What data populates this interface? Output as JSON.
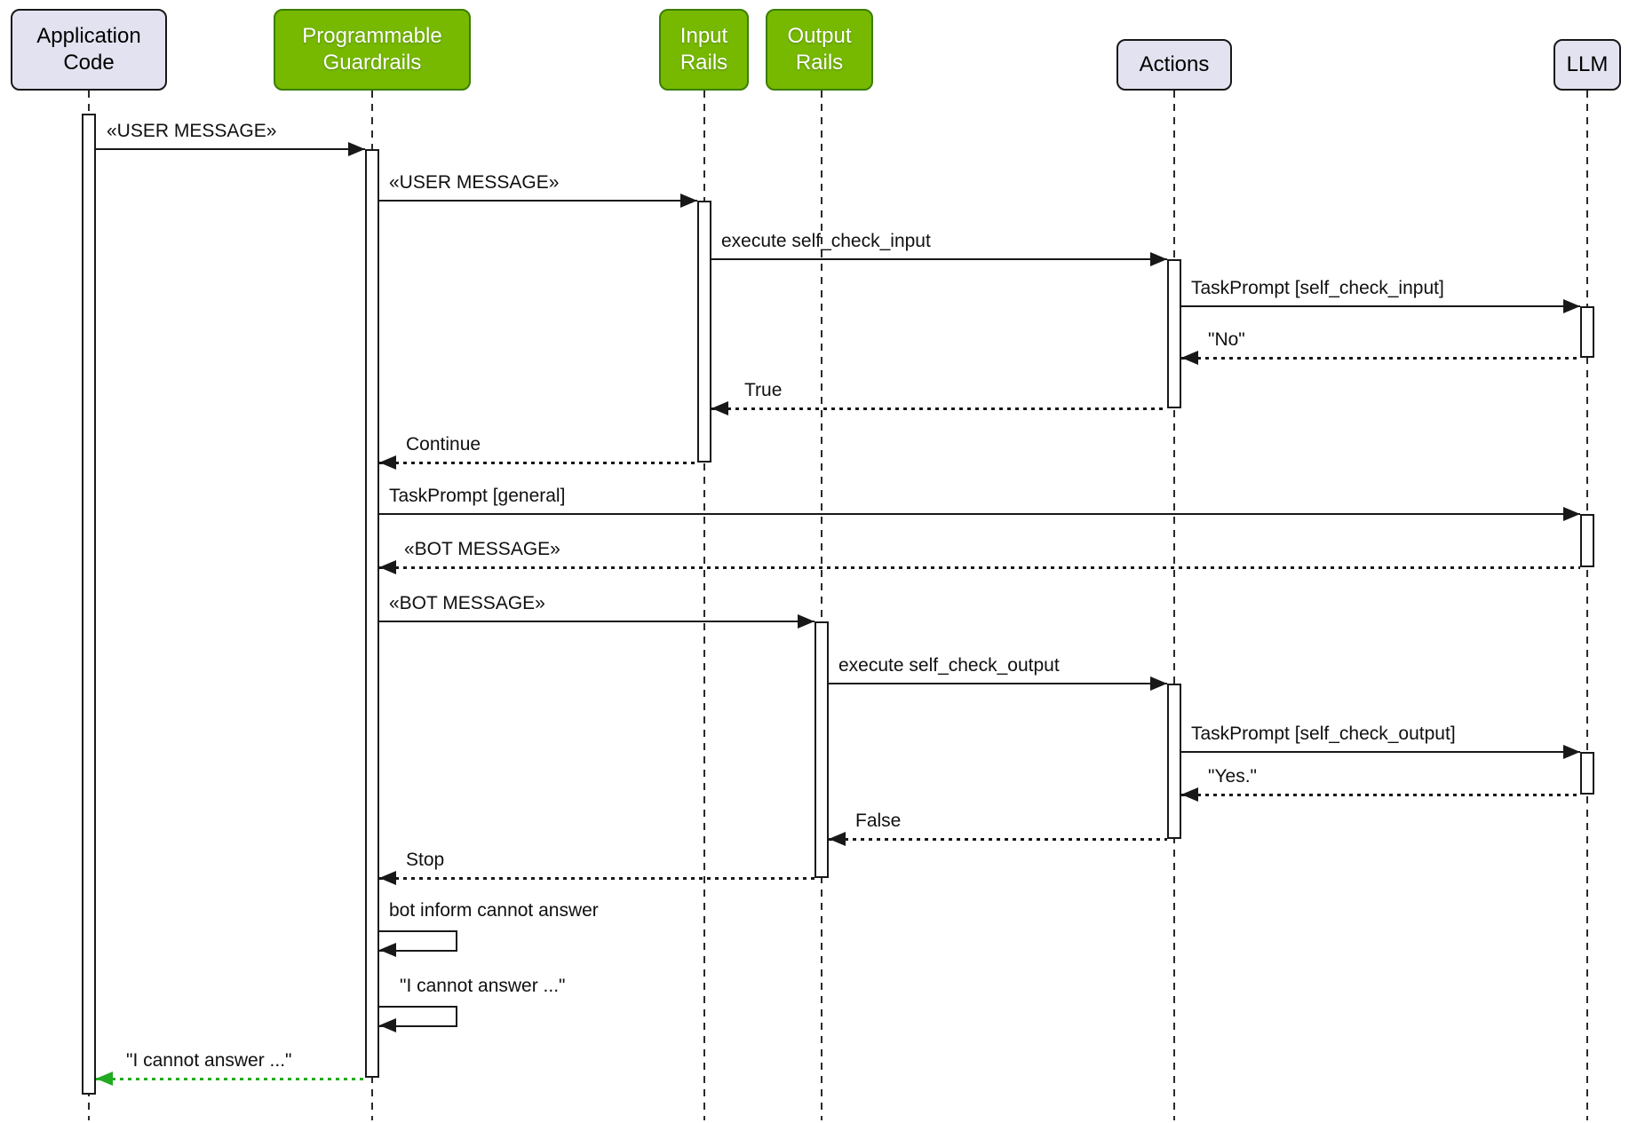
{
  "diagram_type": "uml-sequence-diagram",
  "participants": [
    {
      "id": "application-code",
      "label": "Application Code",
      "style": "light"
    },
    {
      "id": "programmable-guardrails",
      "label": "Programmable Guardrails",
      "style": "green"
    },
    {
      "id": "input-rails",
      "label": "Input Rails",
      "style": "green"
    },
    {
      "id": "output-rails",
      "label": "Output Rails",
      "style": "green"
    },
    {
      "id": "actions",
      "label": "Actions",
      "style": "light"
    },
    {
      "id": "llm",
      "label": "LLM",
      "style": "light"
    }
  ],
  "messages": [
    {
      "from": "application-code",
      "to": "programmable-guardrails",
      "label": "«USER MESSAGE»",
      "style": "solid"
    },
    {
      "from": "programmable-guardrails",
      "to": "input-rails",
      "label": "«USER MESSAGE»",
      "style": "solid"
    },
    {
      "from": "input-rails",
      "to": "actions",
      "label": "execute self_check_input",
      "style": "solid"
    },
    {
      "from": "actions",
      "to": "llm",
      "label": "TaskPrompt [self_check_input]",
      "style": "solid"
    },
    {
      "from": "llm",
      "to": "actions",
      "label": "\"No\"",
      "style": "dotted-return"
    },
    {
      "from": "actions",
      "to": "input-rails",
      "label": "True",
      "style": "dotted-return"
    },
    {
      "from": "input-rails",
      "to": "programmable-guardrails",
      "label": "Continue",
      "style": "dotted-return"
    },
    {
      "from": "programmable-guardrails",
      "to": "llm",
      "label": "TaskPrompt [general]",
      "style": "solid"
    },
    {
      "from": "llm",
      "to": "programmable-guardrails",
      "label": "«BOT MESSAGE»",
      "style": "dotted-return"
    },
    {
      "from": "programmable-guardrails",
      "to": "output-rails",
      "label": "«BOT MESSAGE»",
      "style": "solid"
    },
    {
      "from": "output-rails",
      "to": "actions",
      "label": "execute self_check_output",
      "style": "solid"
    },
    {
      "from": "actions",
      "to": "llm",
      "label": "TaskPrompt [self_check_output]",
      "style": "solid"
    },
    {
      "from": "llm",
      "to": "actions",
      "label": "\"Yes.\"",
      "style": "dotted-return"
    },
    {
      "from": "actions",
      "to": "output-rails",
      "label": "False",
      "style": "dotted-return"
    },
    {
      "from": "output-rails",
      "to": "programmable-guardrails",
      "label": "Stop",
      "style": "dotted-return"
    },
    {
      "from": "programmable-guardrails",
      "to": "programmable-guardrails",
      "label": "bot inform cannot answer",
      "style": "self"
    },
    {
      "from": "programmable-guardrails",
      "to": "programmable-guardrails",
      "label": "\"I cannot answer ...\"",
      "style": "self"
    },
    {
      "from": "programmable-guardrails",
      "to": "application-code",
      "label": "\"I cannot answer ...\"",
      "style": "dotted-green"
    }
  ],
  "colors": {
    "participant_light_fill": "#e2e2f0",
    "participant_green_fill": "#76b900",
    "participant_green_border": "#3a7e00",
    "line_color": "#181818",
    "green_return_color": "#22aa22",
    "background": "#ffffff"
  }
}
